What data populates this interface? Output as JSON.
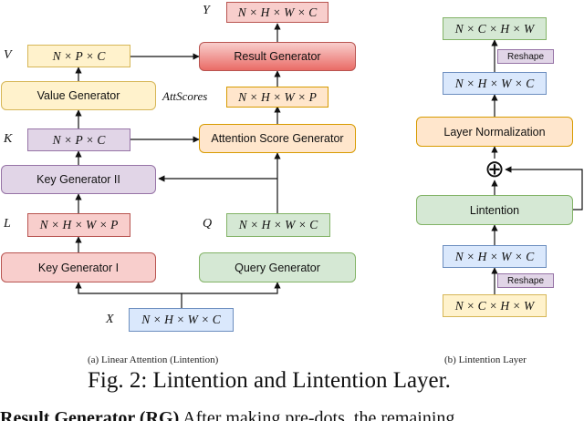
{
  "left_panel": {
    "variables": {
      "y": "Y",
      "v": "V",
      "k": "K",
      "l": "L",
      "q": "Q",
      "x": "X",
      "att_scores": "AttScores"
    },
    "blocks": {
      "result_generator": "Result Generator",
      "value_generator": "Value Generator",
      "attention_score_generator": "Attention Score Generator",
      "key_generator_2": "Key Generator II",
      "key_generator_1": "Key Generator I",
      "query_generator": "Query Generator"
    },
    "tensors": {
      "y_shape": "N × H × W × C",
      "v_shape": "N × P × C",
      "att_scores_shape": "N × H × W × P",
      "k_shape": "N × P × C",
      "l_shape": "N × H × W × P",
      "q_shape": "N × H × W × C",
      "x_shape": "N × H × W × C"
    },
    "caption": "(a) Linear Attention (Lintention)"
  },
  "right_panel": {
    "tensors": {
      "output_shape": "N × C × H × W",
      "after_norm_shape": "N × H × W × C",
      "lintention_in_shape": "N × H × W × C",
      "input_shape": "N × C × H × W"
    },
    "blocks": {
      "layer_normalization": "Layer Normalization",
      "lintention": "Lintention"
    },
    "reshape_top": "Reshape",
    "reshape_bottom": "Reshape",
    "add_symbol": "⊕",
    "caption": "(b) Lintention Layer"
  },
  "figure_caption": "Fig. 2: Lintention and Lintention Layer.",
  "body_text": {
    "bold_part": "Result Generator (RG)",
    "rest": "After making pre-dots, the remaining"
  }
}
